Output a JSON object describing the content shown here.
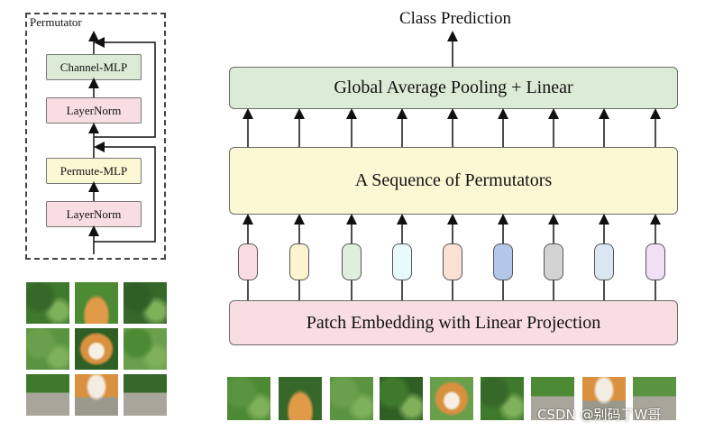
{
  "permutator_block": {
    "title": "Permutator",
    "channel_mlp": "Channel-MLP",
    "layernorm_top": "LayerNorm",
    "permute_mlp": "Permute-MLP",
    "layernorm_bottom": "LayerNorm"
  },
  "main": {
    "class_prediction": "Class Prediction",
    "pooling": "Global Average Pooling + Linear",
    "sequence": "A Sequence of Permutators",
    "embedding": "Patch Embedding with Linear Projection"
  },
  "token_colors": [
    "#f9dde3",
    "#fcf3cf",
    "#dfeedd",
    "#e8fbfc",
    "#fbe1d3",
    "#b3c7ea",
    "#d3d3d3",
    "#dbe6f3",
    "#f1dff6"
  ],
  "colors": {
    "pooling_fill": "#dcebd5",
    "sequence_fill": "#fbf8d4",
    "embedding_fill": "#f8dde2",
    "channel_mlp_fill": "#dcebd5",
    "layernorm_fill": "#f8dde2",
    "permute_mlp_fill": "#fbf8d4"
  },
  "watermark": "CSDN @别码了W哥"
}
